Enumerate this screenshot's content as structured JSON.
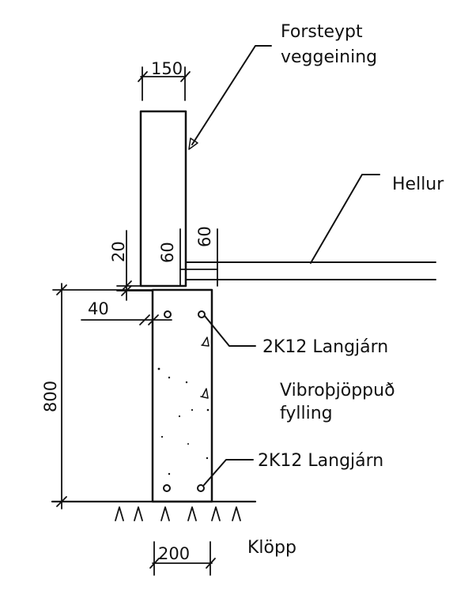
{
  "labels": {
    "wall_element": "Forsteypt veggeining",
    "wall_element_line1": "Forsteypt",
    "wall_element_line2": "veggeining",
    "paving": "Hellur",
    "rebar_top": "2K12 Langjárn",
    "rebar_bottom": "2K12 Langjárn",
    "fill": "Vibroþjöppuð fylling",
    "fill_line1": "Vibroþjöppuð",
    "fill_line2": "fylling",
    "bedrock": "Klöpp"
  },
  "dimensions": {
    "wall_width": "150",
    "wall_gap": "20",
    "wall_offset": "40",
    "paving_gap": "60",
    "paving_thickness": "60",
    "footing_height": "800",
    "footing_width": "200"
  },
  "colors": {
    "ink": "#111111",
    "paper": "#ffffff"
  }
}
